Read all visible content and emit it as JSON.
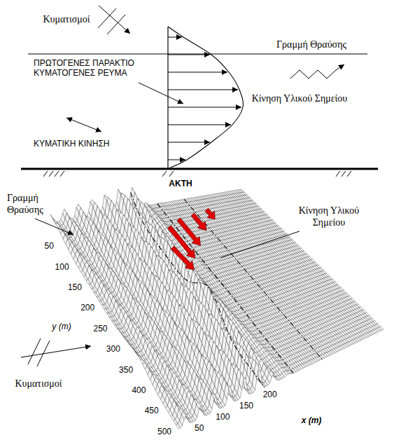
{
  "diagram": {
    "labels": [
      "Κυματισμοί",
      "Γραμμή Θραύσης",
      "ΠΡΩΤΟΓΕΝΕΣ ΠΑΡΑΚΤΙΟ ΚΥΜΑΤΟΓΕΝΕΣ ΡΕΥΜΑ",
      "Κίνηση Υλικού Σημείου",
      "ΚΥΜΑΤΙΚΗ ΚΙΝΗΣΗ",
      "ΑΚΤΗ",
      "Γραμμή Θραύσης",
      "Κίνηση Υλικού Σημείου",
      "50",
      "100",
      "150",
      "200",
      "250",
      "300",
      "350",
      "400",
      "450",
      "500",
      "y (m)",
      "Κυματισμοί",
      "50",
      "100",
      "150",
      "200",
      "x (m)"
    ]
  }
}
